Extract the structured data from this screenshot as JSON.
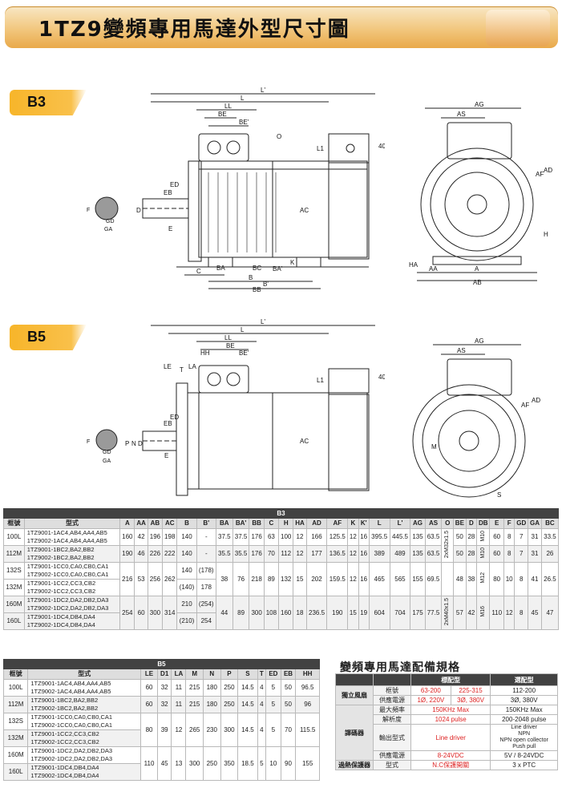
{
  "header": {
    "title": "1TZ9變頻專用馬達外型尺寸圖"
  },
  "sections": {
    "b3": "B3",
    "b5": "B5"
  },
  "b3_front_labels": [
    "L'",
    "L",
    "LL",
    "BE",
    "BE'",
    "O",
    "L1",
    "40",
    "ED",
    "EB",
    "AC",
    "F",
    "GD",
    "GA",
    "D",
    "E",
    "BA",
    "BC",
    "BA'",
    "K",
    "C",
    "B",
    "B'",
    "BB"
  ],
  "b3_side_labels": [
    "AG",
    "AS",
    "AF",
    "AD",
    "H",
    "HA",
    "AA",
    "A",
    "AB"
  ],
  "b5_front_labels": [
    "L'",
    "L",
    "LL",
    "BE",
    "BE'",
    "HH",
    "LE",
    "T",
    "LA",
    "L1",
    "40",
    "ED",
    "EB",
    "AC",
    "F",
    "GD",
    "GA",
    "D",
    "P",
    "N",
    "E"
  ],
  "b5_side_labels": [
    "AG",
    "AS",
    "AF",
    "AD",
    "M",
    "S"
  ],
  "b3_table": {
    "bar": "B3",
    "headers": [
      "框號",
      "型式",
      "A",
      "AA",
      "AB",
      "AC",
      "B",
      "B'",
      "BA",
      "BA'",
      "BB",
      "C",
      "H",
      "HA",
      "AD",
      "AF",
      "K",
      "K'",
      "L",
      "L'",
      "AG",
      "AS",
      "O",
      "BE",
      "D",
      "DB",
      "E",
      "F",
      "GD",
      "GA",
      "BC"
    ],
    "groups": [
      {
        "rows": [
          {
            "frame": "100L",
            "models": [
              "1TZ9001-1AC4,AB4,AA4,AB5",
              "1TZ9002-1AC4,AB4,AA4,AB5"
            ],
            "cells": [
              "160",
              "42",
              "196",
              "198",
              "140",
              "-",
              "37.5",
              "37.5",
              "176",
              "63",
              "100",
              "12",
              "166",
              "125.5",
              "12",
              "16",
              "395.5",
              "445.5",
              "135",
              "63.5"
            ],
            "be": "50",
            "d": "28",
            "db": "M10",
            "tail": [
              "60",
              "8",
              "7",
              "31",
              "33.5"
            ]
          }
        ],
        "o": ""
      },
      {
        "rows": [
          {
            "frame": "112M",
            "models": [
              "1TZ9001-1BC2,BA2,BB2",
              "1TZ9002-1BC2,BA2,BB2"
            ],
            "cells": [
              "190",
              "46",
              "226",
              "222",
              "140",
              "-",
              "35.5",
              "35.5",
              "176",
              "70",
              "112",
              "12",
              "177",
              "136.5",
              "12",
              "16",
              "389",
              "489",
              "135",
              "63.5"
            ],
            "be": "50",
            "d": "28",
            "db": "M10",
            "tail": [
              "60",
              "8",
              "7",
              "31",
              "26"
            ]
          }
        ],
        "o": "2xM32x1.5"
      },
      {
        "rows": [
          {
            "frame": "132S",
            "models": [
              "1TZ9001-1CC0,CA0,CB0,CA1",
              "1TZ9002-1CC0,CA0,CB0,CA1"
            ],
            "b": "140",
            "bp": "(178)"
          },
          {
            "frame": "132M",
            "models": [
              "1TZ9001-1CC2,CC3,CB2",
              "1TZ9002-1CC2,CC3,CB2"
            ],
            "b": "(140)",
            "bp": "178"
          }
        ],
        "shared": {
          "a": "216",
          "aa": "53",
          "ab": "256",
          "ac": "262",
          "ba": "38",
          "bap": "76",
          "bb": "218",
          "c": "89",
          "h": "132",
          "ha": "15",
          "ad": "202",
          "af": "159.5",
          "k": "12",
          "kp": "16",
          "l": "465",
          "lp": "565",
          "ag": "155",
          "as": "69.5",
          "be": "48",
          "d": "38",
          "db": "M12",
          "tail": [
            "80",
            "10",
            "8",
            "41",
            "26.5"
          ]
        }
      },
      {
        "rows": [
          {
            "frame": "160M",
            "models": [
              "1TZ9001-1DC2,DA2,DB2,DA3",
              "1TZ9002-1DC2,DA2,DB2,DA3"
            ],
            "b": "210",
            "bp": "(254)"
          },
          {
            "frame": "160L",
            "models": [
              "1TZ9001-1DC4,DB4,DA4",
              "1TZ9002-1DC4,DB4,DA4"
            ],
            "b": "(210)",
            "bp": "254"
          }
        ],
        "o": "2xM40x1.5",
        "shared": {
          "a": "254",
          "aa": "60",
          "ab": "300",
          "ac": "314",
          "ba": "44",
          "bap": "89",
          "bb": "300",
          "c": "108",
          "h": "160",
          "ha": "18",
          "ad": "236.5",
          "af": "190",
          "k": "15",
          "kp": "19",
          "l": "604",
          "lp": "704",
          "ag": "175",
          "as": "77.5",
          "be": "57",
          "d": "42",
          "db": "M16",
          "tail": [
            "110",
            "12",
            "8",
            "45",
            "47"
          ]
        }
      }
    ]
  },
  "b5_table": {
    "bar": "B5",
    "headers": [
      "框號",
      "型式",
      "LE",
      "D1",
      "LA",
      "M",
      "N",
      "P",
      "S",
      "T",
      "ED",
      "EB",
      "HH"
    ],
    "rows": [
      {
        "frame": "100L",
        "models": [
          "1TZ9001-1AC4,AB4,AA4,AB5",
          "1TZ9002-1AC4,AB4,AA4,AB5"
        ],
        "cells": [
          "60",
          "32",
          "11",
          "215",
          "180",
          "250",
          "14.5",
          "4",
          "5",
          "50",
          "96.5"
        ]
      },
      {
        "frame": "112M",
        "models": [
          "1TZ9001-1BC2,BA2,BB2",
          "1TZ9002-1BC2,BA2,BB2"
        ],
        "cells": [
          "60",
          "32",
          "11",
          "215",
          "180",
          "250",
          "14.5",
          "4",
          "5",
          "50",
          "96"
        ]
      },
      {
        "frame": "132S",
        "models": [
          "1TZ9001-1CC0,CA0,CB0,CA1",
          "1TZ9002-1CC0,CA0,CB0,CA1"
        ]
      },
      {
        "frame": "132M",
        "models": [
          "1TZ9001-1CC2,CC3,CB2",
          "1TZ9002-1CC2,CC3,CB2"
        ]
      },
      {
        "frame": "160M",
        "models": [
          "1TZ9001-1DC2,DA2,DB2,DA3",
          "1TZ9002-1DC2,DA2,DB2,DA3"
        ]
      },
      {
        "frame": "160L",
        "models": [
          "1TZ9001-1DC4,DB4,DA4",
          "1TZ9002-1DC4,DB4,DA4"
        ]
      }
    ],
    "shared132": [
      "80",
      "39",
      "12",
      "265",
      "230",
      "300",
      "14.5",
      "4",
      "5",
      "70",
      "115.5"
    ],
    "shared160": [
      "110",
      "45",
      "13",
      "300",
      "250",
      "350",
      "18.5",
      "5",
      "10",
      "90",
      "155"
    ]
  },
  "spec": {
    "title": "變頻專用馬達配備規格",
    "head": [
      "標配型",
      "選配型"
    ],
    "fan": {
      "cat": "獨立風扇",
      "rows": [
        {
          "label": "框號",
          "std": [
            "63-200",
            "225-315"
          ],
          "opt": "112-200"
        },
        {
          "label": "供應電源",
          "std": [
            "1Ø, 220V",
            "3Ø, 380V"
          ],
          "opt": "3Ø, 380V"
        }
      ]
    },
    "enc": {
      "cat": "譯碼器",
      "rows": [
        {
          "label": "最大頻率",
          "std": "150KHz Max",
          "opt": "150KHz Max"
        },
        {
          "label": "解析度",
          "std": "1024 pulse",
          "opt": "200-2048 pulse"
        },
        {
          "label": "輸出型式",
          "std": "Line driver",
          "opt": [
            "Line driver",
            "NPN",
            "NPN open collector",
            "Push pull"
          ]
        },
        {
          "label": "供應電源",
          "std": "8-24VDC",
          "opt": "5V / 8-24VDC"
        }
      ]
    },
    "prot": {
      "cat": "過熱保護器",
      "rows": [
        {
          "label": "型式",
          "std": "N.C保護開關",
          "opt": "3 x PTC"
        }
      ]
    }
  }
}
